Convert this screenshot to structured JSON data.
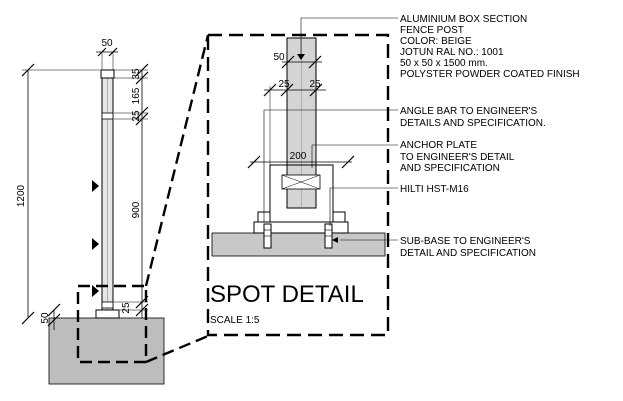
{
  "title": "SPOT DETAIL",
  "scale": "SCALE 1:5",
  "notes": {
    "post": [
      "ALUMINIUM BOX SECTION",
      "FENCE POST",
      "COLOR: BEIGE",
      "JOTUN RAL NO.: 1001",
      "50 x 50 x 1500 mm.",
      "POLYSTER POWDER COATED FINISH"
    ],
    "angle_bar": [
      "ANGLE BAR TO ENGINEER'S",
      "DETAILS AND SPECIFICATION."
    ],
    "anchor_plate": [
      "ANCHOR PLATE",
      "TO ENGINEER'S DETAIL",
      "AND SPECIFICATION"
    ],
    "hilti": "HILTI HST-M16",
    "subbase": [
      "SUB-BASE TO ENGINEER'S",
      "DETAIL AND SPECIFICATION"
    ]
  },
  "dims": {
    "elev_top_width": "50",
    "elev_35": "35",
    "elev_165": "165",
    "elev_25_top": "25",
    "elev_900": "900",
    "elev_1200": "1200",
    "elev_25_bottom": "25",
    "elev_50_base": "50",
    "det_50": "50",
    "det_25_left": "25",
    "det_25_right": "25",
    "det_200": "200"
  },
  "colors": {
    "line": "#000000",
    "ground": "#bdbdbd",
    "post": "#d4d4d4"
  }
}
